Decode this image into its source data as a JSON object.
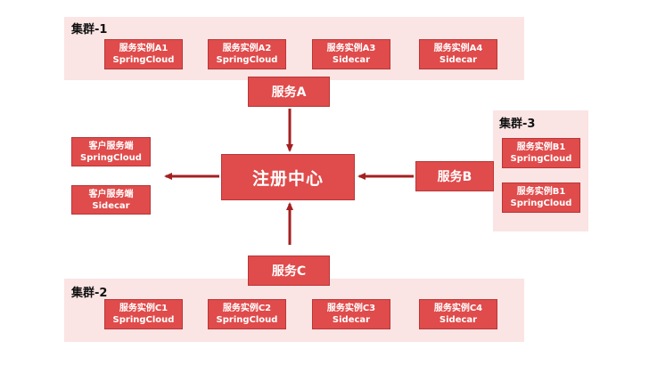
{
  "colors": {
    "box": "#e04b4b",
    "box_border": "#b93737",
    "panel": "#fbe4e4",
    "arrow": "#a51f1f"
  },
  "cluster1": {
    "title": "集群-1",
    "nodes": [
      {
        "line1": "服务实例A1",
        "line2": "SpringCloud"
      },
      {
        "line1": "服务实例A2",
        "line2": "SpringCloud"
      },
      {
        "line1": "服务实例A3",
        "line2": "Sidecar"
      },
      {
        "line1": "服务实例A4",
        "line2": "Sidecar"
      }
    ]
  },
  "cluster2": {
    "title": "集群-2",
    "nodes": [
      {
        "line1": "服务实例C1",
        "line2": "SpringCloud"
      },
      {
        "line1": "服务实例C2",
        "line2": "SpringCloud"
      },
      {
        "line1": "服务实例C3",
        "line2": "Sidecar"
      },
      {
        "line1": "服务实例C4",
        "line2": "Sidecar"
      }
    ]
  },
  "cluster3": {
    "title": "集群-3",
    "nodes": [
      {
        "line1": "服务实例B1",
        "line2": "SpringCloud"
      },
      {
        "line1": "服务实例B1",
        "line2": "SpringCloud"
      }
    ]
  },
  "service_a": "服务A",
  "service_b": "服务B",
  "service_c": "服务C",
  "registry": "注册中心",
  "clients": [
    {
      "line1": "客户服务端",
      "line2": "SpringCloud"
    },
    {
      "line1": "客户服务端",
      "line2": "Sidecar"
    }
  ]
}
